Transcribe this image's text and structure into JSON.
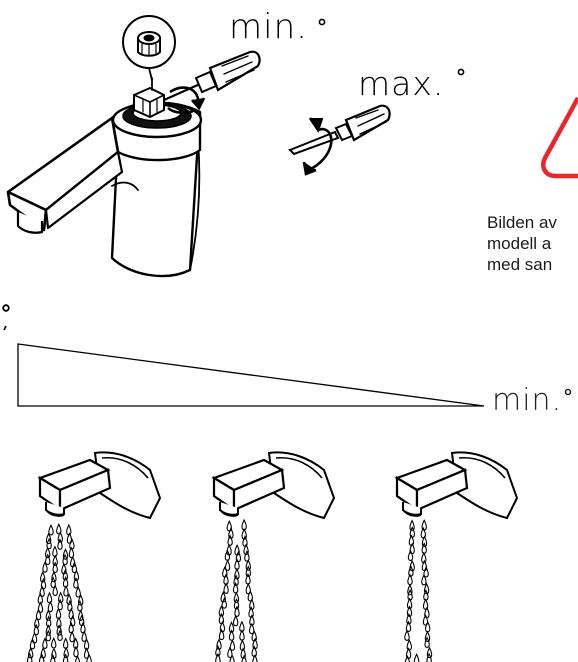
{
  "labels": {
    "min_top": "min.",
    "max": "max.",
    "min_right": "min."
  },
  "warning_text": {
    "line1": "Bilden av",
    "line2": "modell a",
    "line3": "med san"
  },
  "colors": {
    "warning_triangle": "#e8262c",
    "ink": "#000000",
    "background": "#ffffff"
  },
  "icons": [
    "faucet-icon",
    "cartridge-icon",
    "screwdriver-icon",
    "rotation-arrow-icon",
    "warning-triangle-icon",
    "water-drop-icon"
  ],
  "flow_levels": [
    1.0,
    0.6,
    0.3
  ]
}
